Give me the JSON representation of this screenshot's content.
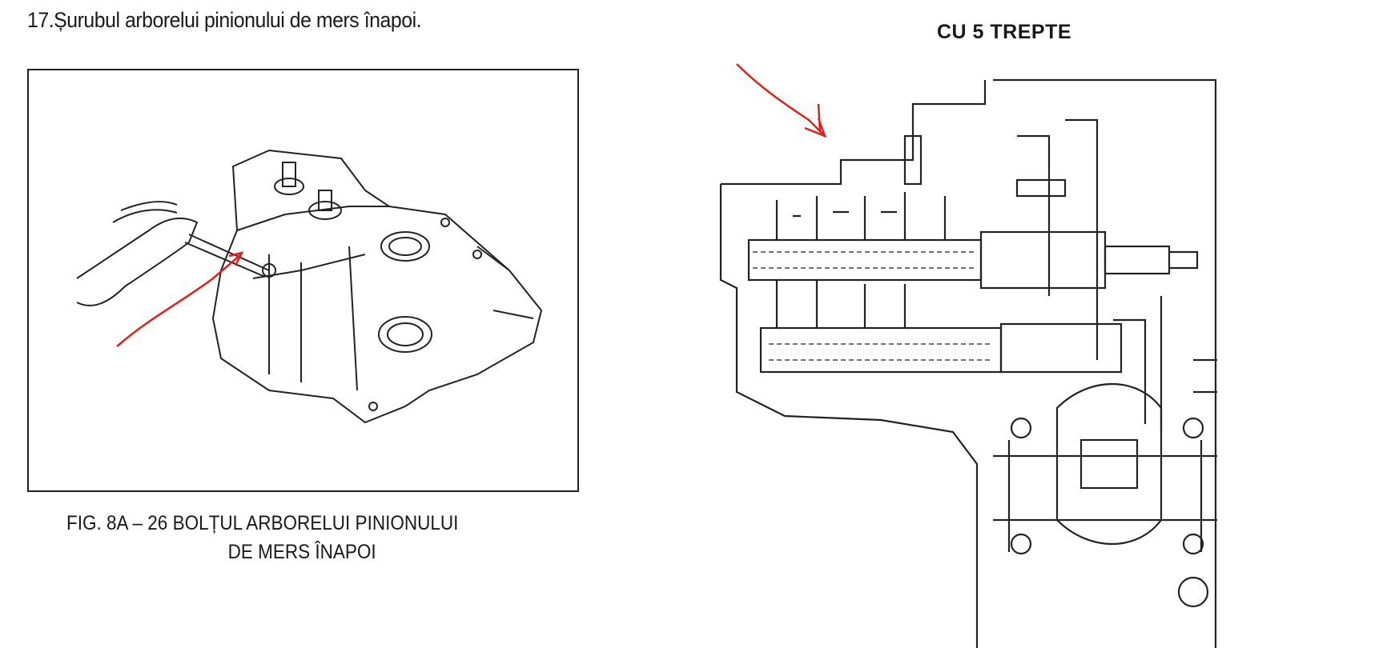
{
  "step_title": "17.Șurubul arborelui pinionului de mers înapoi.",
  "figure_left": {
    "caption_line1": "FIG. 8A – 26  BOLȚUL ARBORELUI PINIONULUI",
    "caption_line2": "DE MERS ÎNAPOI"
  },
  "figure_right": {
    "heading": "CU 5 TREPTE"
  },
  "colors": {
    "annotation_arrow": "#e0201c",
    "ink": "#1a1a1a"
  }
}
